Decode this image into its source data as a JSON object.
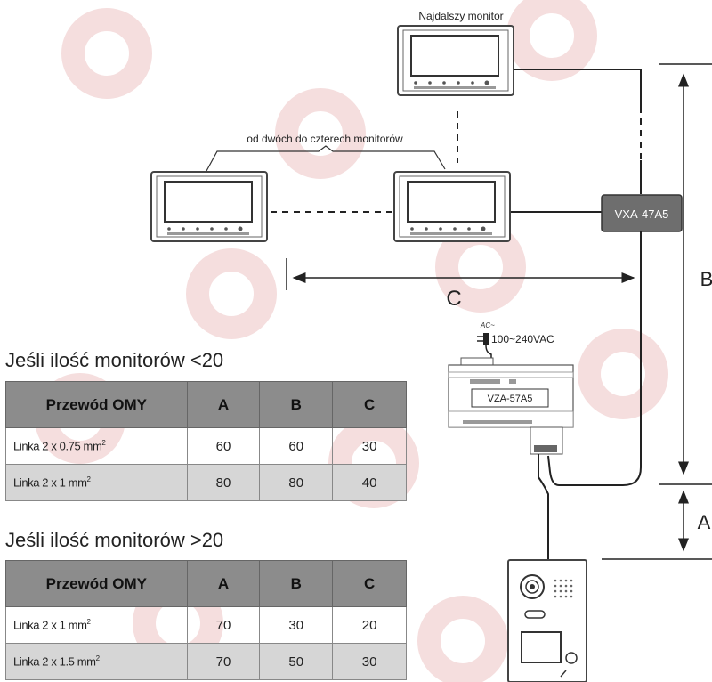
{
  "labels": {
    "farthest_monitor": "Najdalszy monitor",
    "monitors_range": "od dwóch do czterech monitorów",
    "distributor": "VXA-47A5",
    "power_supply": "VZA-57A5",
    "ac_symbol": "AC~",
    "voltage": "100~240VAC",
    "dim_a": "A",
    "dim_b": "B",
    "dim_c": "C"
  },
  "table1": {
    "title": "Jeśli ilość monitorów <20",
    "headers": [
      "Przewód OMY",
      "A",
      "B",
      "C"
    ],
    "rows": [
      {
        "cable": "Linka 2 x 0.75 mm",
        "sup": "2",
        "a": "60",
        "b": "60",
        "c": "30"
      },
      {
        "cable": "Linka 2 x 1 mm",
        "sup": "2",
        "a": "80",
        "b": "80",
        "c": "40"
      }
    ]
  },
  "table2": {
    "title": "Jeśli ilość monitorów >20",
    "headers": [
      "Przewód OMY",
      "A",
      "B",
      "C"
    ],
    "rows": [
      {
        "cable": "Linka 2 x 1 mm",
        "sup": "2",
        "a": "70",
        "b": "30",
        "c": "20"
      },
      {
        "cable": "Linka 2 x 1.5 mm",
        "sup": "2",
        "a": "70",
        "b": "50",
        "c": "30"
      }
    ]
  },
  "colors": {
    "distributor_fill": "#6e6e6e",
    "header_fill": "#8c8c8c",
    "alt_row_fill": "#d6d6d6",
    "watermark": "#f6e3e3"
  }
}
